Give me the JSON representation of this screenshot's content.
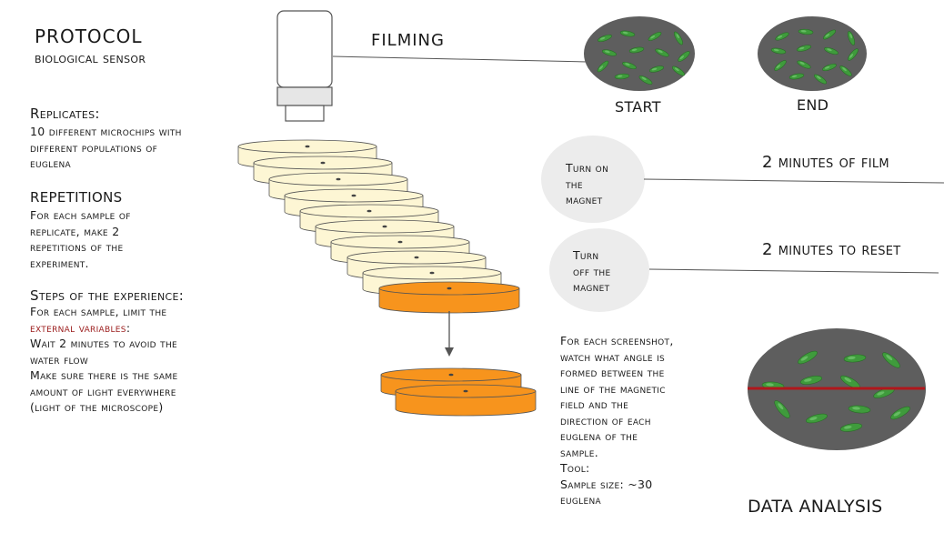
{
  "protocol": {
    "title": "PROTOCOL",
    "subtitle": "biological sensor"
  },
  "replicates": {
    "heading": "Replicates:",
    "lines": [
      "10 different microchips with",
      "different populations of",
      "euglena"
    ]
  },
  "repetitions": {
    "heading": "REPETITIONS",
    "lines": [
      "For each sample of",
      "replicate, make 2",
      "repetitions of the",
      "experiment."
    ]
  },
  "steps": {
    "heading": "Steps of the experience:",
    "line1": "For each sample, limit the",
    "external_variables": "external variables",
    "colon": ":",
    "lines": [
      "Wait 2 minutes to avoid the",
      "water flow",
      "Make sure there is the same",
      "amount of light everywhere",
      "(light of the microscope)"
    ]
  },
  "filming": {
    "label": "FILMING",
    "start_label": "START",
    "end_label": "END"
  },
  "magnet": {
    "on_lines": [
      "Turn on",
      "the",
      "magnet"
    ],
    "off_lines": [
      "Turn",
      "off the",
      "magnet"
    ],
    "film_duration": "2 minutes of film",
    "reset_duration": "2 minutes to reset"
  },
  "analysis": {
    "lines": [
      "For each screenshot,",
      "watch what angle is",
      "formed between the",
      "line of the magnetic",
      "field and the",
      "direction of each",
      "euglena of the",
      "sample.",
      "Tool:",
      "Sample size: ~30",
      "euglena"
    ],
    "label": "DATA ANALYSIS"
  },
  "colors": {
    "dish_cream": "#fdf6d4",
    "dish_orange": "#f7941d",
    "sample_gray": "#5e5e5e",
    "euglena_green": "#3f9b3c",
    "field_line_red": "#b0171c",
    "step_circle": "#ececec",
    "accent_red_text": "#9b1b1b"
  },
  "icons": [
    "microscope-icon",
    "petri-dish-stack",
    "euglena-sample-circle",
    "down-arrow-icon"
  ]
}
